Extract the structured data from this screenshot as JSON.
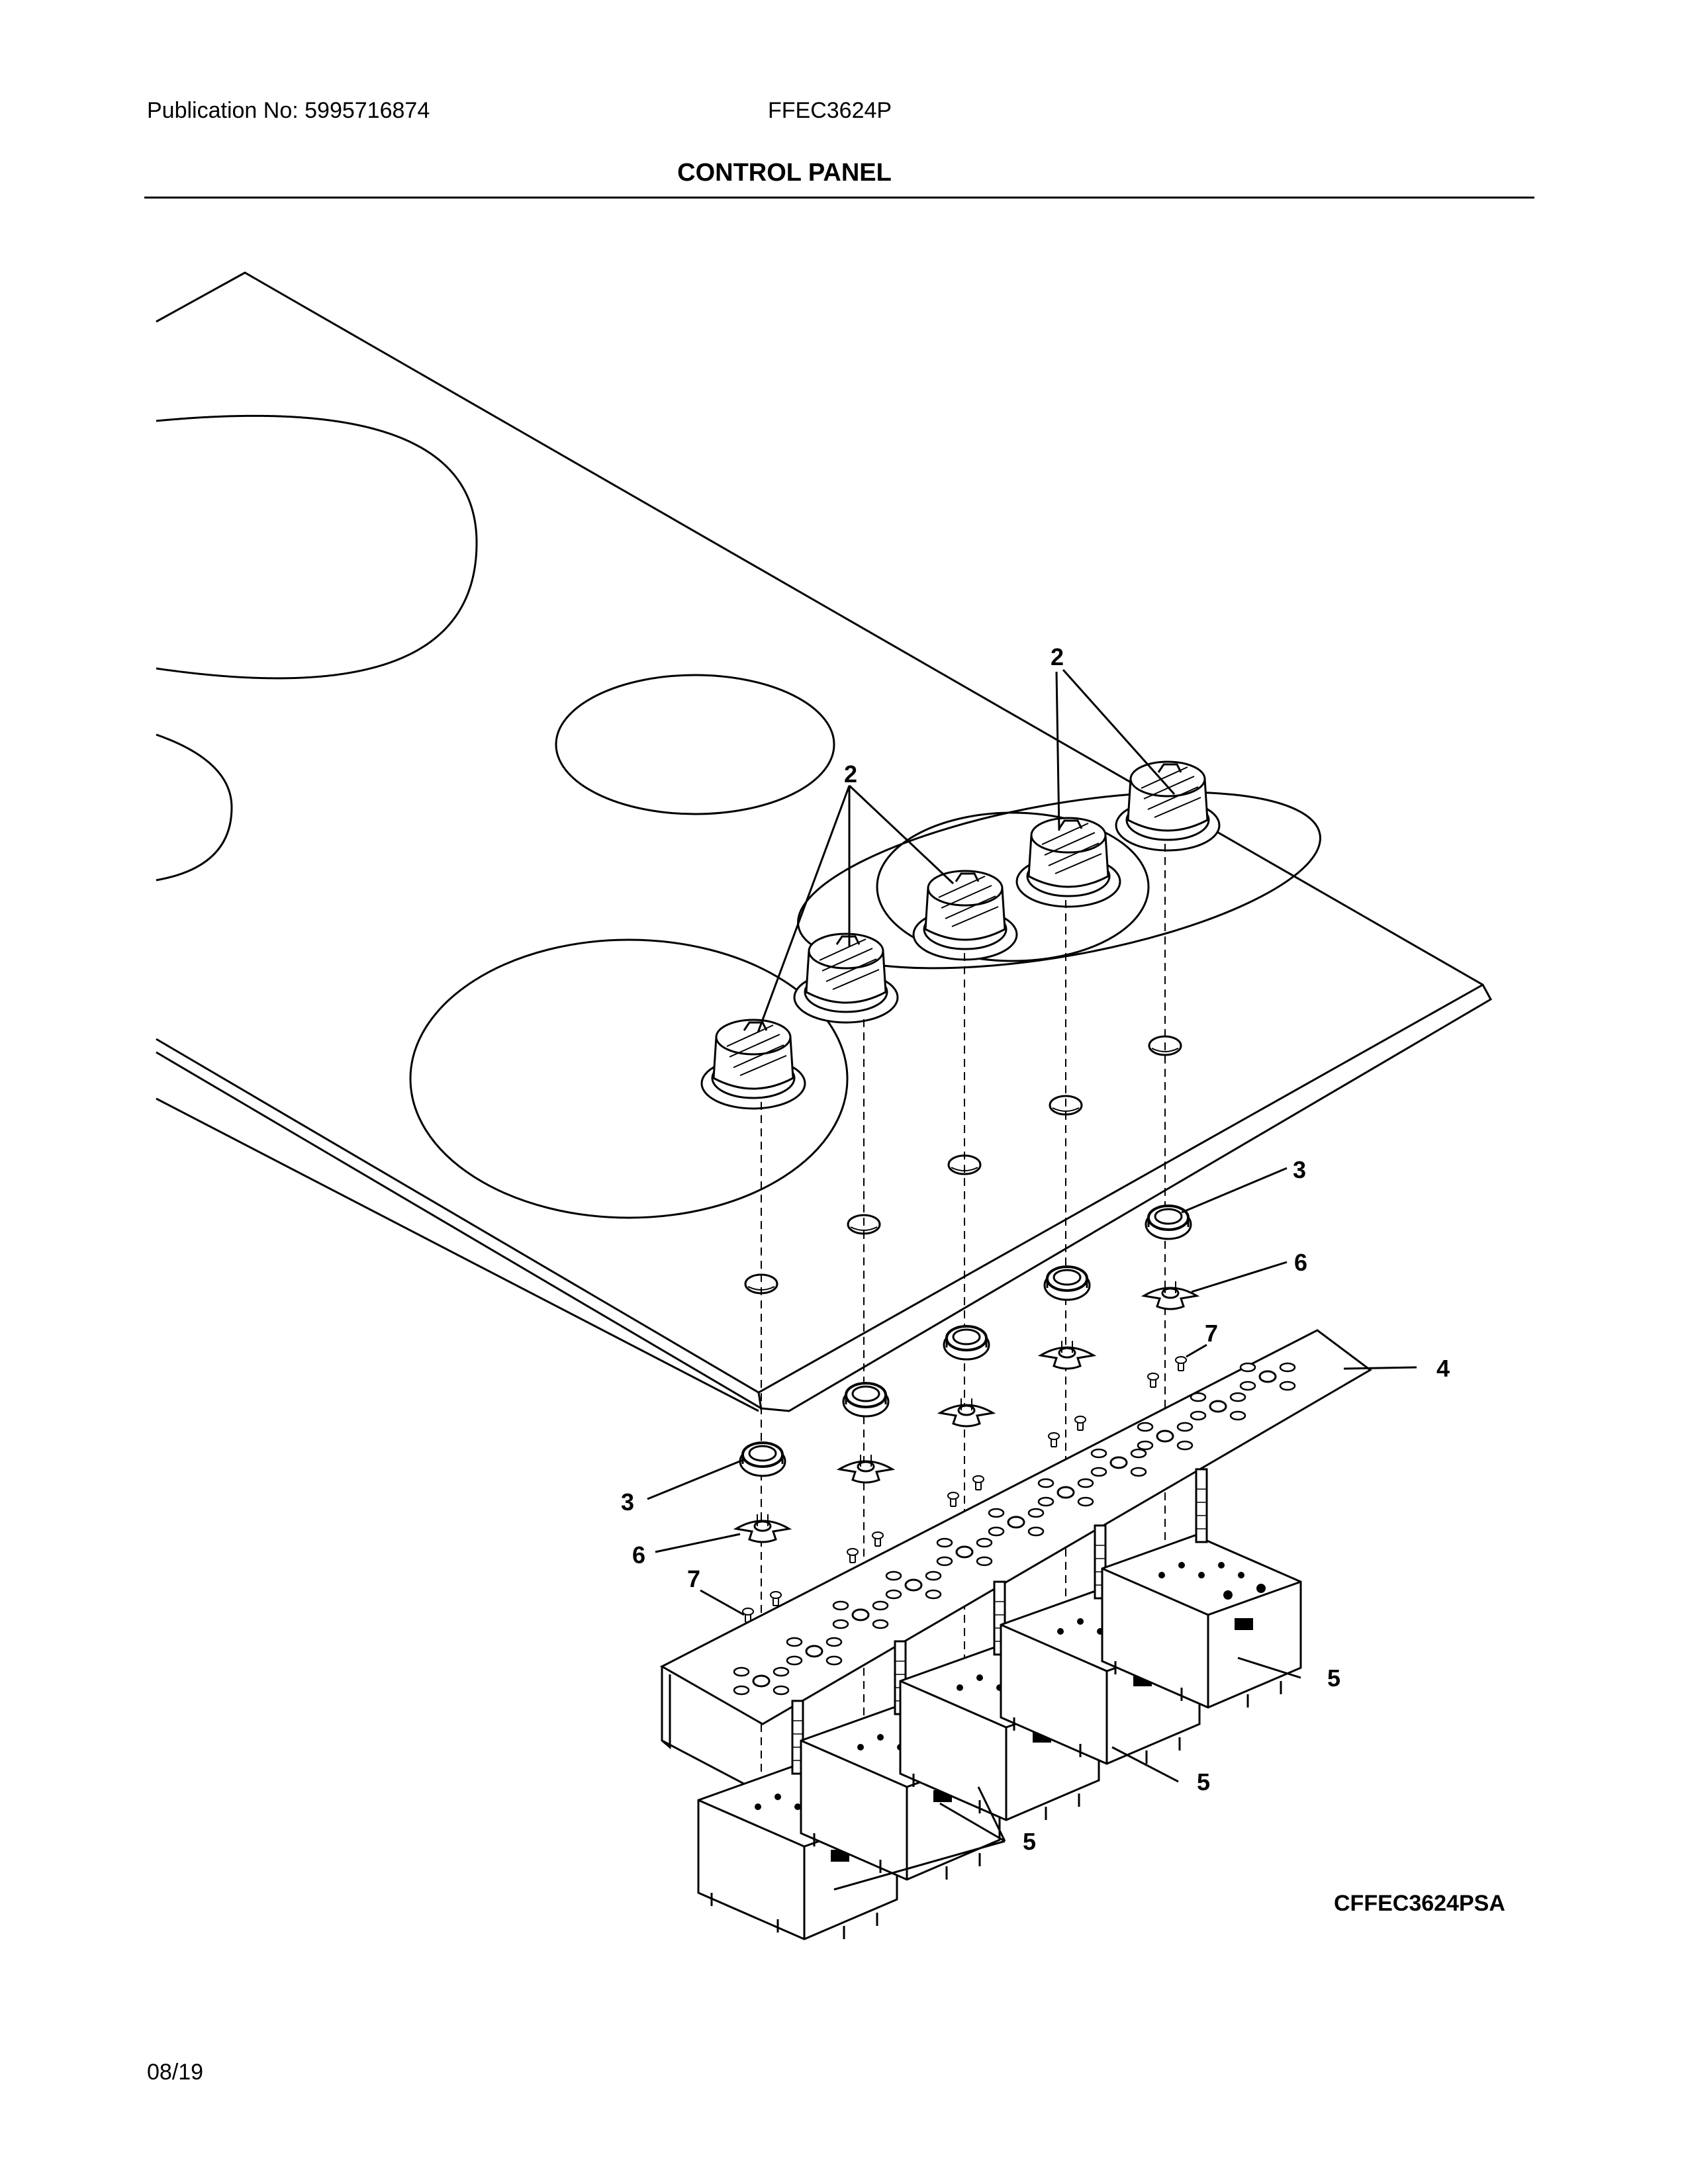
{
  "header": {
    "publication": "Publication No: 5995716874",
    "model": "FFEC3624P"
  },
  "section_title": "CONTROL PANEL",
  "callouts": {
    "knob": "2",
    "bezel": "3",
    "bracket": "4",
    "switch": "5",
    "retainer": "6",
    "screw": "7"
  },
  "diagram_code": "CFFEC3624PSA",
  "footer_date": "08/19",
  "icons": [
    "control-knob-icon",
    "knob-bezel-icon",
    "retainer-clip-icon",
    "mounting-bracket-icon",
    "infinite-switch-icon",
    "screw-icon"
  ]
}
